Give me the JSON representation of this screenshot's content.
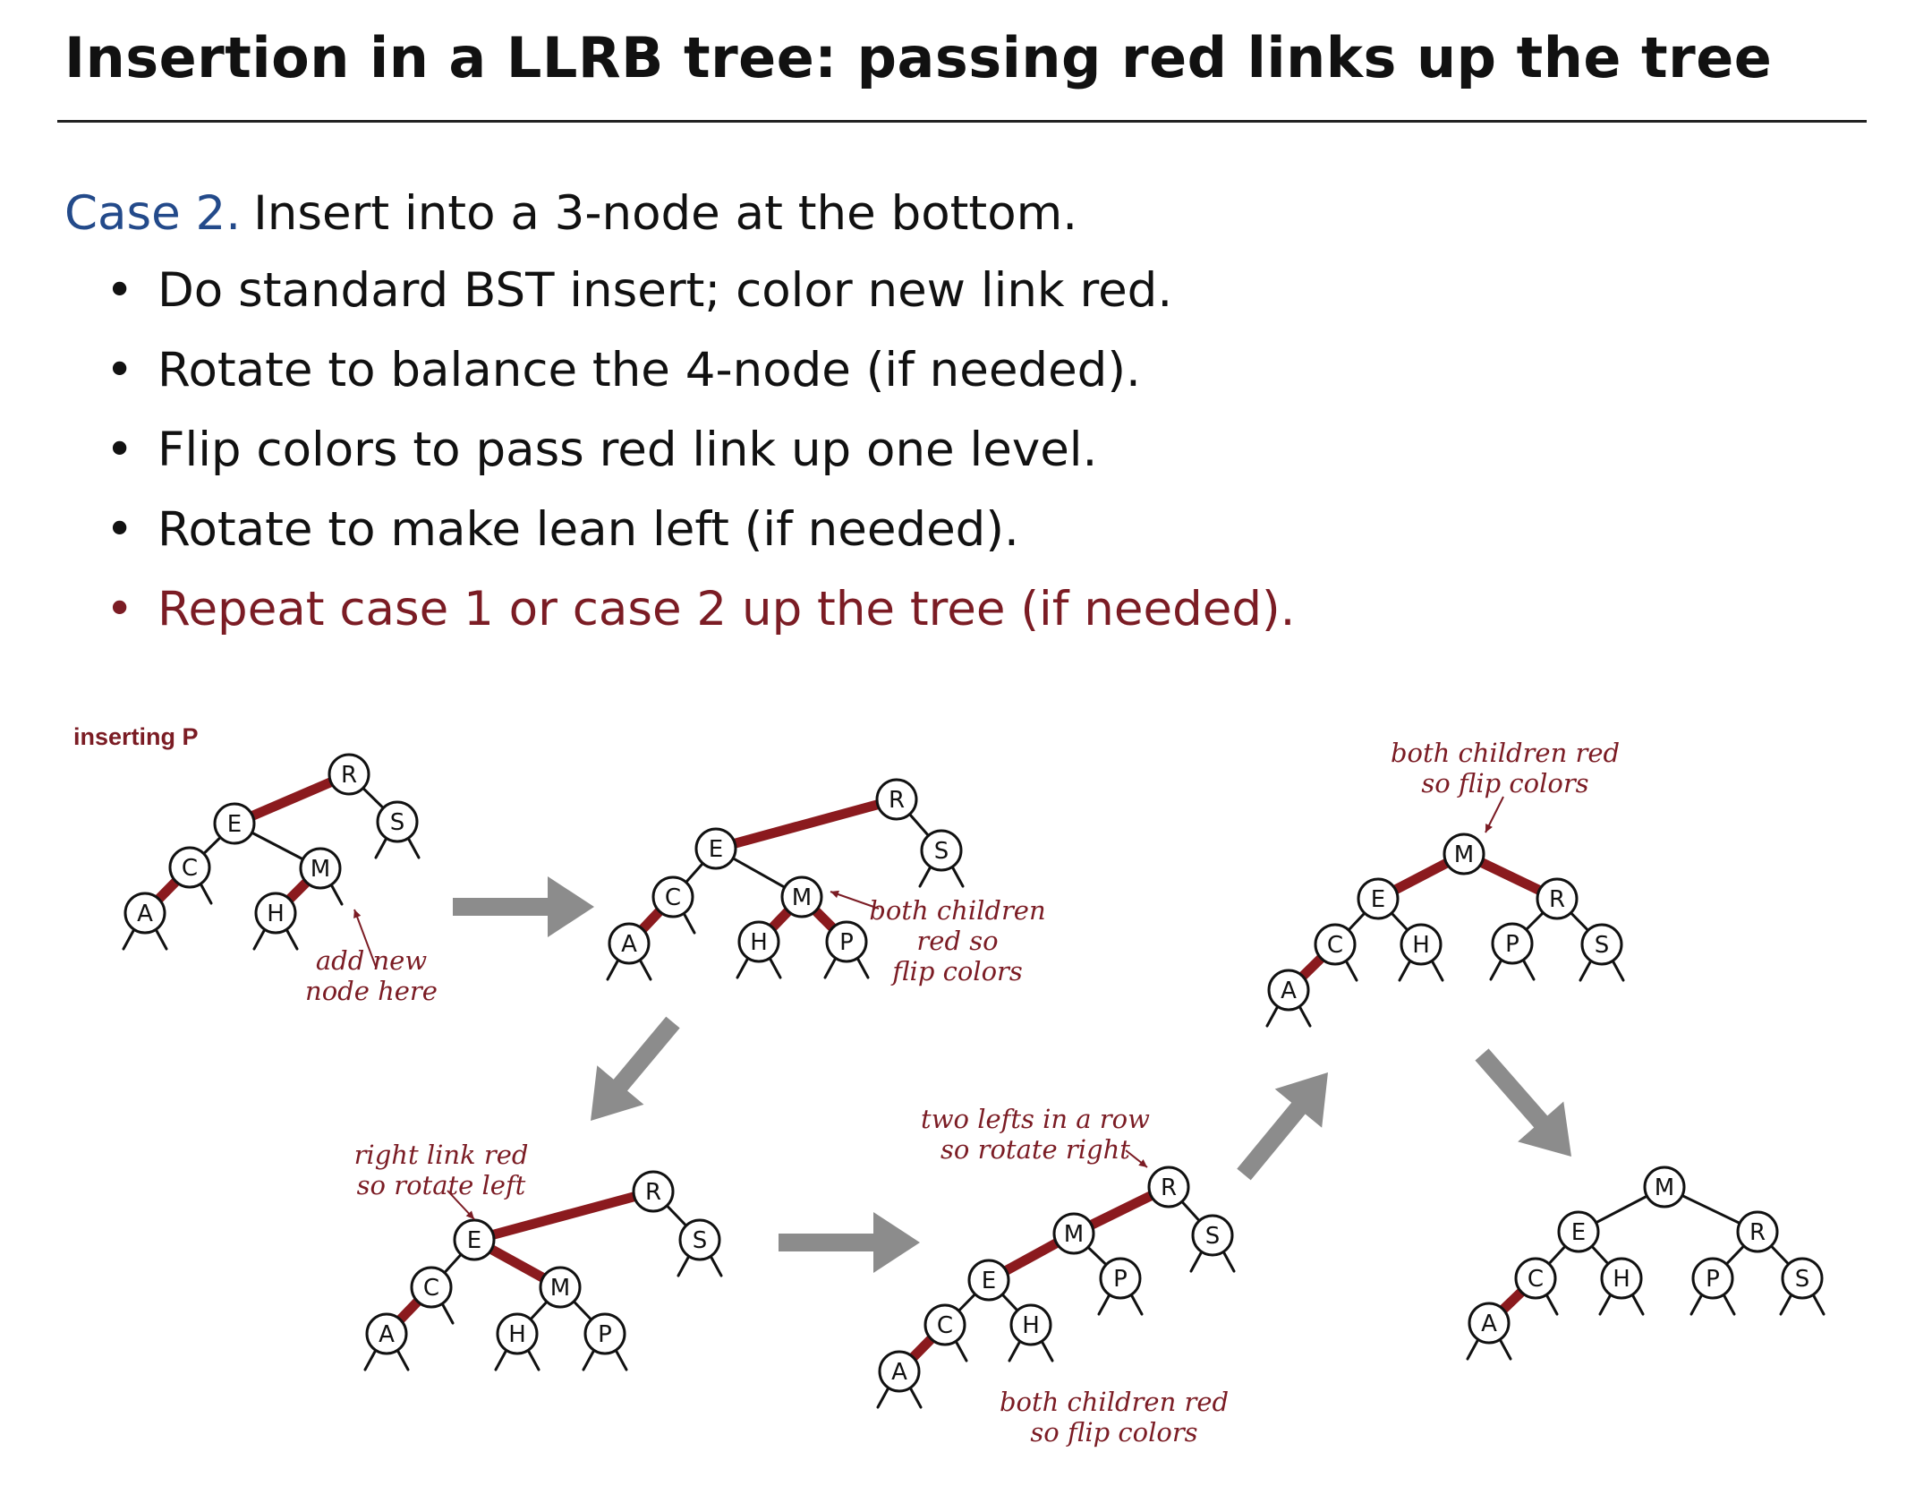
{
  "title": "Insertion in a LLRB tree:  passing red links up the tree",
  "case": {
    "label": "Case 2.",
    "text": "Insert into a 3-node at the bottom."
  },
  "bullets": [
    {
      "text": "Do standard BST insert; color new link red.",
      "highlight": false
    },
    {
      "text": "Rotate to balance the 4-node (if needed).",
      "highlight": false
    },
    {
      "text": "Flip colors to pass red link up one level.",
      "highlight": false
    },
    {
      "text": "Rotate to make lean left (if needed).",
      "highlight": false
    },
    {
      "text": "Repeat case 1 or case 2 up the tree (if needed).",
      "highlight": true
    }
  ],
  "colors": {
    "case_label": "#234a8a",
    "red_link": "#8b1a1e",
    "annotation": "#7b1c24",
    "step_arrow": "#8c8c8c"
  },
  "step_tag": "inserting P",
  "trees": [
    {
      "id": "step-1",
      "nodes": [
        "A",
        "C",
        "E",
        "H",
        "M",
        "R",
        "S"
      ],
      "red_links": [
        [
          "E",
          "R"
        ],
        [
          "A",
          "C"
        ],
        [
          "H",
          "M"
        ]
      ],
      "annotations": [
        {
          "lines": [
            "add new",
            "node here"
          ]
        }
      ]
    },
    {
      "id": "step-2",
      "nodes": [
        "A",
        "C",
        "E",
        "H",
        "M",
        "P",
        "R",
        "S"
      ],
      "red_links": [
        [
          "E",
          "R"
        ],
        [
          "A",
          "C"
        ],
        [
          "H",
          "M"
        ],
        [
          "M",
          "P"
        ]
      ],
      "annotations": [
        {
          "lines": [
            "both children",
            "red so",
            "flip colors"
          ]
        }
      ]
    },
    {
      "id": "step-3",
      "nodes": [
        "A",
        "C",
        "E",
        "H",
        "M",
        "P",
        "R",
        "S"
      ],
      "red_links": [
        [
          "E",
          "R"
        ],
        [
          "E",
          "M"
        ],
        [
          "A",
          "C"
        ]
      ],
      "annotations": [
        {
          "lines": [
            "right link red",
            "so rotate left"
          ]
        }
      ]
    },
    {
      "id": "step-4",
      "nodes": [
        "A",
        "C",
        "E",
        "H",
        "M",
        "P",
        "R",
        "S"
      ],
      "red_links": [
        [
          "M",
          "R"
        ],
        [
          "E",
          "M"
        ],
        [
          "A",
          "C"
        ]
      ],
      "annotations": [
        {
          "lines": [
            "two lefts in a row",
            "so rotate right"
          ]
        },
        {
          "lines": [
            "both children red",
            "so flip colors"
          ]
        }
      ]
    },
    {
      "id": "step-5",
      "nodes": [
        "A",
        "C",
        "E",
        "H",
        "M",
        "P",
        "R",
        "S"
      ],
      "red_links": [
        [
          "E",
          "M"
        ],
        [
          "M",
          "R"
        ],
        [
          "A",
          "C"
        ]
      ],
      "annotations": [
        {
          "lines": [
            "both children red",
            "so flip colors"
          ]
        }
      ]
    },
    {
      "id": "step-6",
      "nodes": [
        "A",
        "C",
        "E",
        "H",
        "M",
        "P",
        "R",
        "S"
      ],
      "red_links": [
        [
          "A",
          "C"
        ]
      ],
      "annotations": []
    }
  ],
  "flow": [
    {
      "from": "step-1",
      "to": "step-2",
      "icon": "arrow-right-icon"
    },
    {
      "from": "step-2",
      "to": "step-3",
      "icon": "arrow-down-left-icon"
    },
    {
      "from": "step-3",
      "to": "step-4",
      "icon": "arrow-right-icon"
    },
    {
      "from": "step-4",
      "to": "step-5",
      "icon": "arrow-up-right-icon"
    },
    {
      "from": "step-5",
      "to": "step-6",
      "icon": "arrow-down-right-icon"
    }
  ]
}
